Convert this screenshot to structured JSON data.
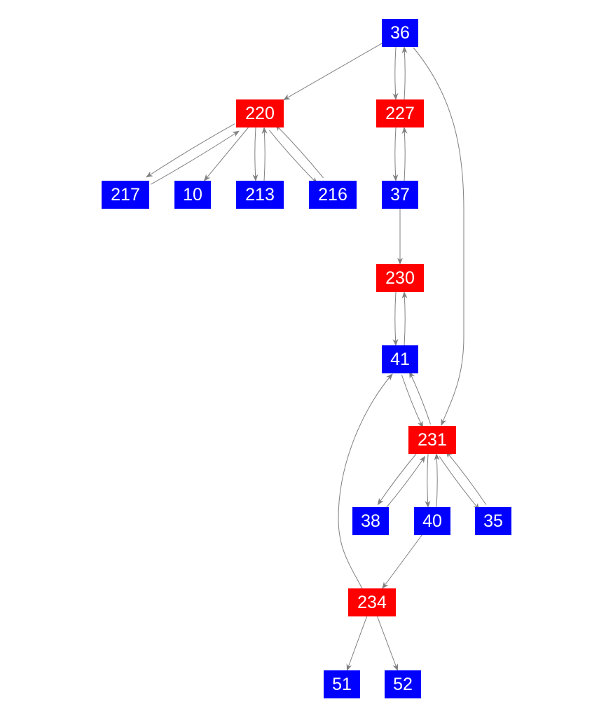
{
  "colors": {
    "red": "#ff0000",
    "blue": "#0000ff",
    "edge": "#808080"
  },
  "nodes": [
    {
      "id": "36",
      "label": "36",
      "color": "blue"
    },
    {
      "id": "220",
      "label": "220",
      "color": "red"
    },
    {
      "id": "227",
      "label": "227",
      "color": "red"
    },
    {
      "id": "217",
      "label": "217",
      "color": "blue"
    },
    {
      "id": "10",
      "label": "10",
      "color": "blue"
    },
    {
      "id": "213",
      "label": "213",
      "color": "blue"
    },
    {
      "id": "216",
      "label": "216",
      "color": "blue"
    },
    {
      "id": "37",
      "label": "37",
      "color": "blue"
    },
    {
      "id": "230",
      "label": "230",
      "color": "red"
    },
    {
      "id": "41",
      "label": "41",
      "color": "blue"
    },
    {
      "id": "231",
      "label": "231",
      "color": "red"
    },
    {
      "id": "38",
      "label": "38",
      "color": "blue"
    },
    {
      "id": "40",
      "label": "40",
      "color": "blue"
    },
    {
      "id": "35",
      "label": "35",
      "color": "blue"
    },
    {
      "id": "234",
      "label": "234",
      "color": "red"
    },
    {
      "id": "51",
      "label": "51",
      "color": "blue"
    },
    {
      "id": "52",
      "label": "52",
      "color": "blue"
    }
  ],
  "edges": [
    [
      "36",
      "220"
    ],
    [
      "36",
      "227"
    ],
    [
      "227",
      "36"
    ],
    [
      "36",
      "231"
    ],
    [
      "220",
      "217"
    ],
    [
      "217",
      "220"
    ],
    [
      "220",
      "10"
    ],
    [
      "220",
      "213"
    ],
    [
      "213",
      "220"
    ],
    [
      "220",
      "216"
    ],
    [
      "216",
      "220"
    ],
    [
      "227",
      "37"
    ],
    [
      "37",
      "227"
    ],
    [
      "37",
      "230"
    ],
    [
      "230",
      "41"
    ],
    [
      "41",
      "230"
    ],
    [
      "41",
      "231"
    ],
    [
      "231",
      "41"
    ],
    [
      "231",
      "38"
    ],
    [
      "38",
      "231"
    ],
    [
      "231",
      "40"
    ],
    [
      "40",
      "231"
    ],
    [
      "231",
      "35"
    ],
    [
      "35",
      "231"
    ],
    [
      "40",
      "234"
    ],
    [
      "234",
      "41"
    ],
    [
      "234",
      "51"
    ],
    [
      "234",
      "52"
    ]
  ]
}
